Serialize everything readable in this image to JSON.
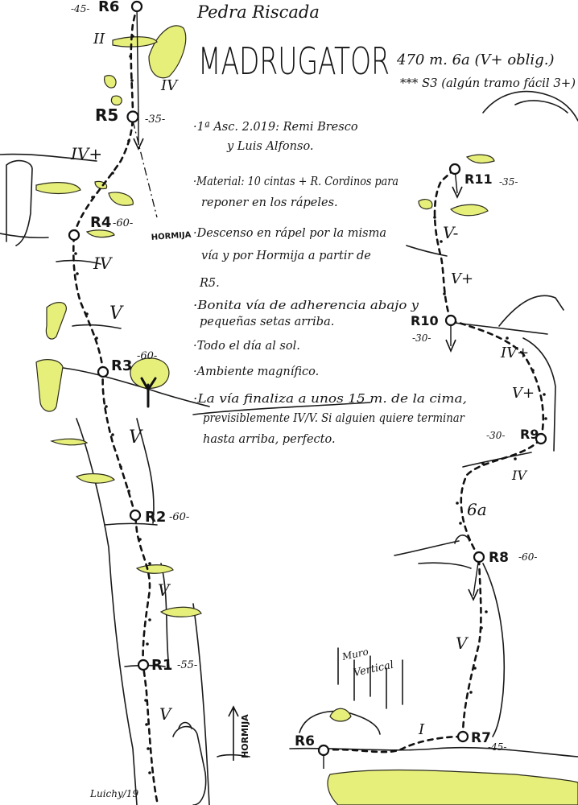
{
  "header": {
    "crag": "Pedra Riscada",
    "route_name": "MADRUGATOR",
    "length_grade": "470 m. 6a (V+ oblig.)",
    "rating": "*** S3 (algún tramo fácil 3+)"
  },
  "notes": [
    "·1ª Asc. 2.019: Remi Bresco",
    "y Luis Alfonso.",
    "·Material: 10 cintas + R. Cordinos para",
    "reponer en los rápeles.",
    "·Descenso en rápel por la misma",
    "vía y por Hormija a partir de",
    "R5.",
    "·Bonita vía de adherencia abajo y",
    "pequeñas setas arriba.",
    "·Todo el día al sol.",
    "·Ambiente magnífico.",
    "·La vía finaliza a unos 15 m. de la cima,",
    "previsiblemente IV/V. Si alguien quiere terminar",
    "hasta arriba, perfecto."
  ],
  "belays": [
    {
      "id": "r1",
      "name": "R1",
      "length": "-55-"
    },
    {
      "id": "r2",
      "name": "R2",
      "length": "-60-"
    },
    {
      "id": "r3",
      "name": "R3",
      "length": "-60-"
    },
    {
      "id": "r4",
      "name": "R4",
      "length": "-60-"
    },
    {
      "id": "r5",
      "name": "R5",
      "length": "-35-"
    },
    {
      "id": "r6-top",
      "name": "R6",
      "length": "-45-"
    },
    {
      "id": "r6",
      "name": "R6",
      "length": ""
    },
    {
      "id": "r7",
      "name": "R7",
      "length": "-45-"
    },
    {
      "id": "r8",
      "name": "R8",
      "length": "-60-"
    },
    {
      "id": "r9",
      "name": "R9",
      "length": "-30-"
    },
    {
      "id": "r10",
      "name": "R10",
      "length": "-30-"
    },
    {
      "id": "r11",
      "name": "R11",
      "length": "-35-"
    }
  ],
  "grades": {
    "g1": "V",
    "g2": "V",
    "g3": "V",
    "g4": "V",
    "g5": "IV",
    "g6": "IV+",
    "g7": "IV",
    "g8": "II",
    "g9": "I",
    "g10": "V",
    "g11": "6a",
    "g12": "IV",
    "g13": "V+",
    "g14": "IV+",
    "g15": "V+",
    "g16": "V-"
  },
  "labels": {
    "hormija_top": "HORMIJA",
    "hormija_bottom": "HORMIJA",
    "wall_line1": "Muro",
    "wall_line2": "Vertical",
    "signature": "Luichy/19"
  },
  "colors": {
    "ink": "#141414",
    "moss": "#e7ef7b",
    "paper": "#ffffff"
  }
}
